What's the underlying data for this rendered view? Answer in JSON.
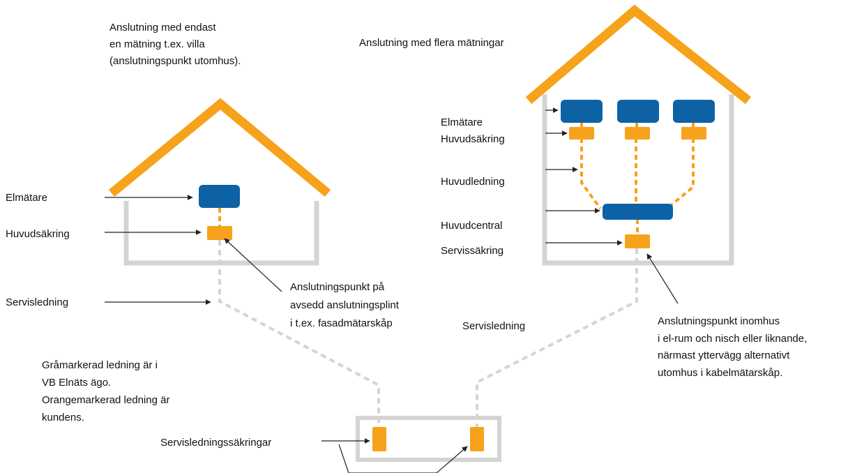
{
  "colors": {
    "roof": "#F7A21B",
    "wall": "#D4D4D4",
    "meter": "#0D62A6",
    "fuse": "#F7A21B",
    "service_cable": "#D4D4D4",
    "customer_cable": "#F7A21B",
    "arrow": "#222222"
  },
  "left_house": {
    "heading_lines": [
      "Anslutning med endast",
      "en mätning t.ex. villa",
      "(anslutningspunkt utomhus)."
    ],
    "label_meter": "Elmätare",
    "label_main_fuse": "Huvudsäkring",
    "label_service_cable": "Servisledning",
    "connection_note_lines": [
      "Anslutningspunkt på",
      "avsedd anslutningsplint",
      "i t.ex. fasadmätarskåp"
    ]
  },
  "right_house": {
    "heading": "Anslutning med flera mätningar",
    "label_meter": "Elmätare",
    "label_main_fuse": "Huvudsäkring",
    "label_main_line": "Huvudledning",
    "label_main_panel": "Huvudcentral",
    "label_service_fuse": "Servissäkring",
    "label_service_cable": "Servisledning",
    "connection_note_lines": [
      "Anslutningspunkt inomhus",
      "i el-rum och nisch eller liknande,",
      "närmast yttervägg alternativt",
      "utomhus i kabelmätarskåp."
    ]
  },
  "legend_lines": [
    "Gråmarkerad ledning är i",
    "VB Elnäts ägo.",
    "Orangemarkerad ledning är",
    "kundens."
  ],
  "cabinet": {
    "label": "Servisledningssäkringar"
  }
}
